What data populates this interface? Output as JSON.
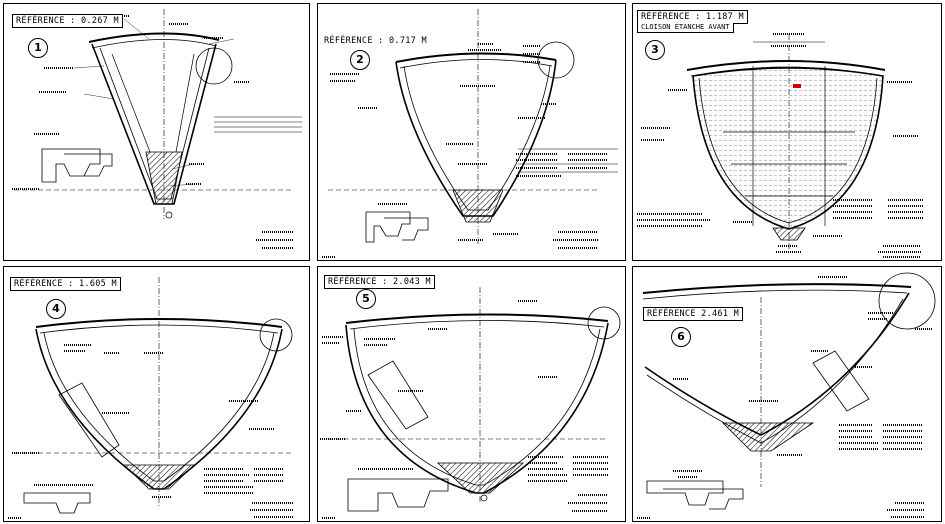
{
  "panels": [
    {
      "id": "1",
      "number": "1",
      "reference": "RÉFÉRENCE : 0.267 M"
    },
    {
      "id": "2",
      "number": "2",
      "reference": "RÉFÉRENCE : 0.717 M"
    },
    {
      "id": "3",
      "number": "3",
      "reference": "RÉFÉRENCE : 1.187 M",
      "reference_line2": "CLOISON ÉTANCHE AVANT"
    },
    {
      "id": "4",
      "number": "4",
      "reference": "RÉFÉRENCE : 1.605 M"
    },
    {
      "id": "5",
      "number": "5",
      "reference": "RÉFÉRENCE : 2.043 M"
    },
    {
      "id": "6",
      "number": "6",
      "reference": "RÉFÉRENCE 2.461 M"
    }
  ],
  "colors": {
    "line": "#000000",
    "background": "#ffffff",
    "accent": "#cc0000"
  }
}
